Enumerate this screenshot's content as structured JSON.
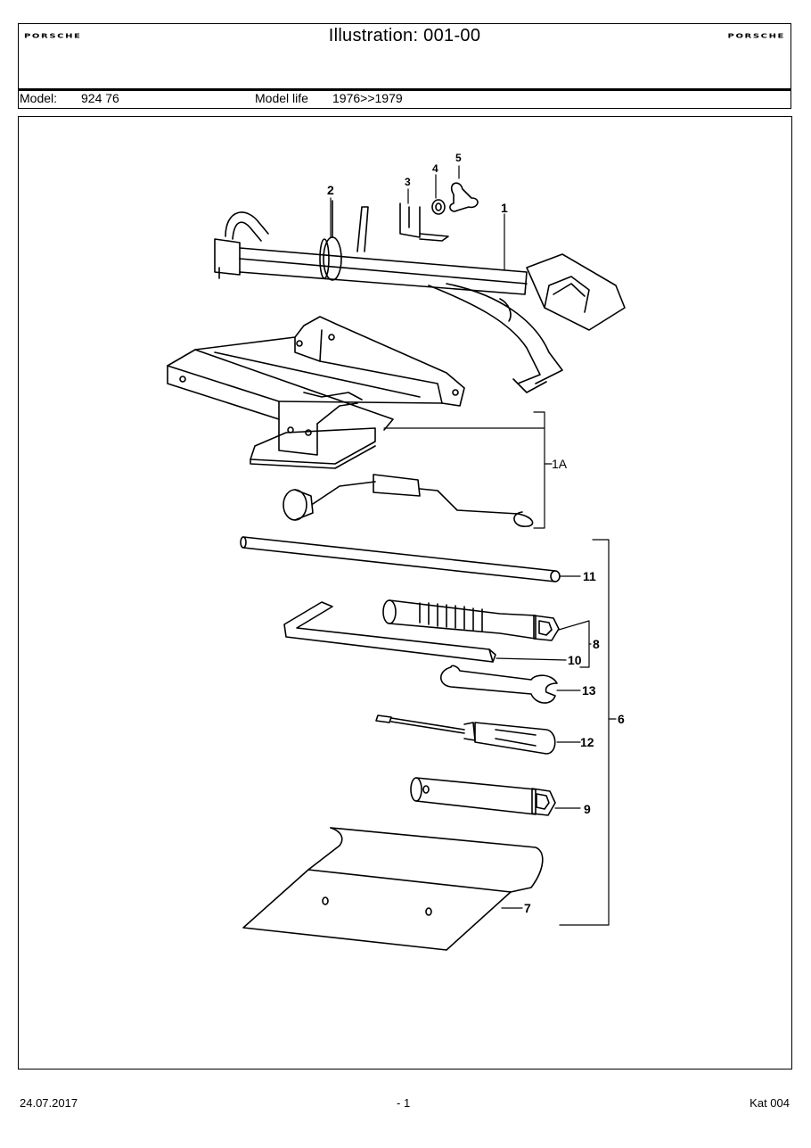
{
  "header": {
    "title": "Illustration: 001-00",
    "brand_left": "PORSCHE",
    "brand_right": "PORSCHE",
    "model_label": "Model:",
    "model_value": "924 76",
    "model_life_label": "Model life",
    "model_life_value": "1976>>1979"
  },
  "callouts": {
    "c1": "1",
    "c1a": "1A",
    "c2": "2",
    "c3": "3",
    "c4": "4",
    "c5": "5",
    "c6": "6",
    "c7": "7",
    "c8": "8",
    "c9": "9",
    "c10": "10",
    "c11": "11",
    "c12": "12",
    "c13": "13"
  },
  "footer": {
    "date": "24.07.2017",
    "page": "- 1",
    "catalog": "Kat 004"
  }
}
